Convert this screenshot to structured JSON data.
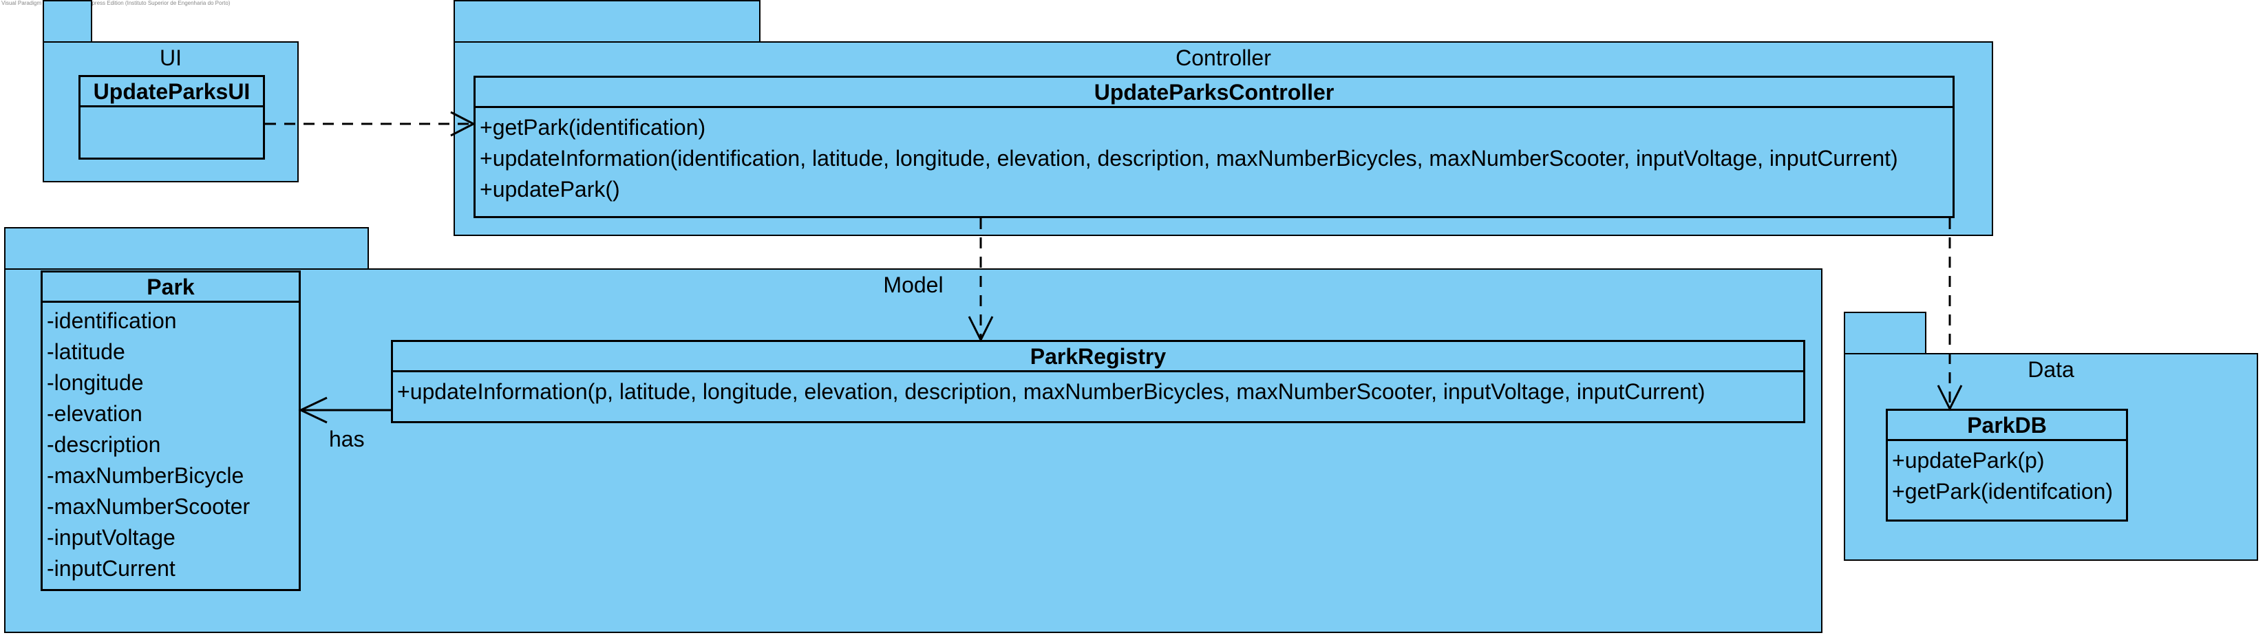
{
  "watermark": "Visual Paradigm Online Diagrams Express Edition (Instituto Superior de Engenharia do Porto)",
  "packages": {
    "ui": {
      "title": "UI"
    },
    "controller": {
      "title": "Controller"
    },
    "model": {
      "title": "Model"
    },
    "data": {
      "title": "Data"
    }
  },
  "classes": {
    "update_parks_ui": {
      "name": "UpdateParksUI"
    },
    "update_parks_controller": {
      "name": "UpdateParksController",
      "operations": [
        "+getPark(identification)",
        "+updateInformation(identification, latitude, longitude, elevation, description, maxNumberBicycles, maxNumberScooter, inputVoltage, inputCurrent)",
        "+updatePark()"
      ]
    },
    "park": {
      "name": "Park",
      "attributes": [
        "-identification",
        "-latitude",
        "-longitude",
        "-elevation",
        "-description",
        "-maxNumberBicycle",
        "-maxNumberScooter",
        "-inputVoltage",
        "-inputCurrent"
      ]
    },
    "park_registry": {
      "name": "ParkRegistry",
      "operations": [
        "+updateInformation(p, latitude, longitude, elevation, description, maxNumberBicycles, maxNumberScooter, inputVoltage, inputCurrent)"
      ]
    },
    "park_db": {
      "name": "ParkDB",
      "operations": [
        "+updatePark(p)",
        "+getPark(identifcation)"
      ]
    }
  },
  "relations": {
    "registry_to_park_label": "has"
  },
  "colors": {
    "fill": "#7ecdf4",
    "stroke": "#000000"
  }
}
